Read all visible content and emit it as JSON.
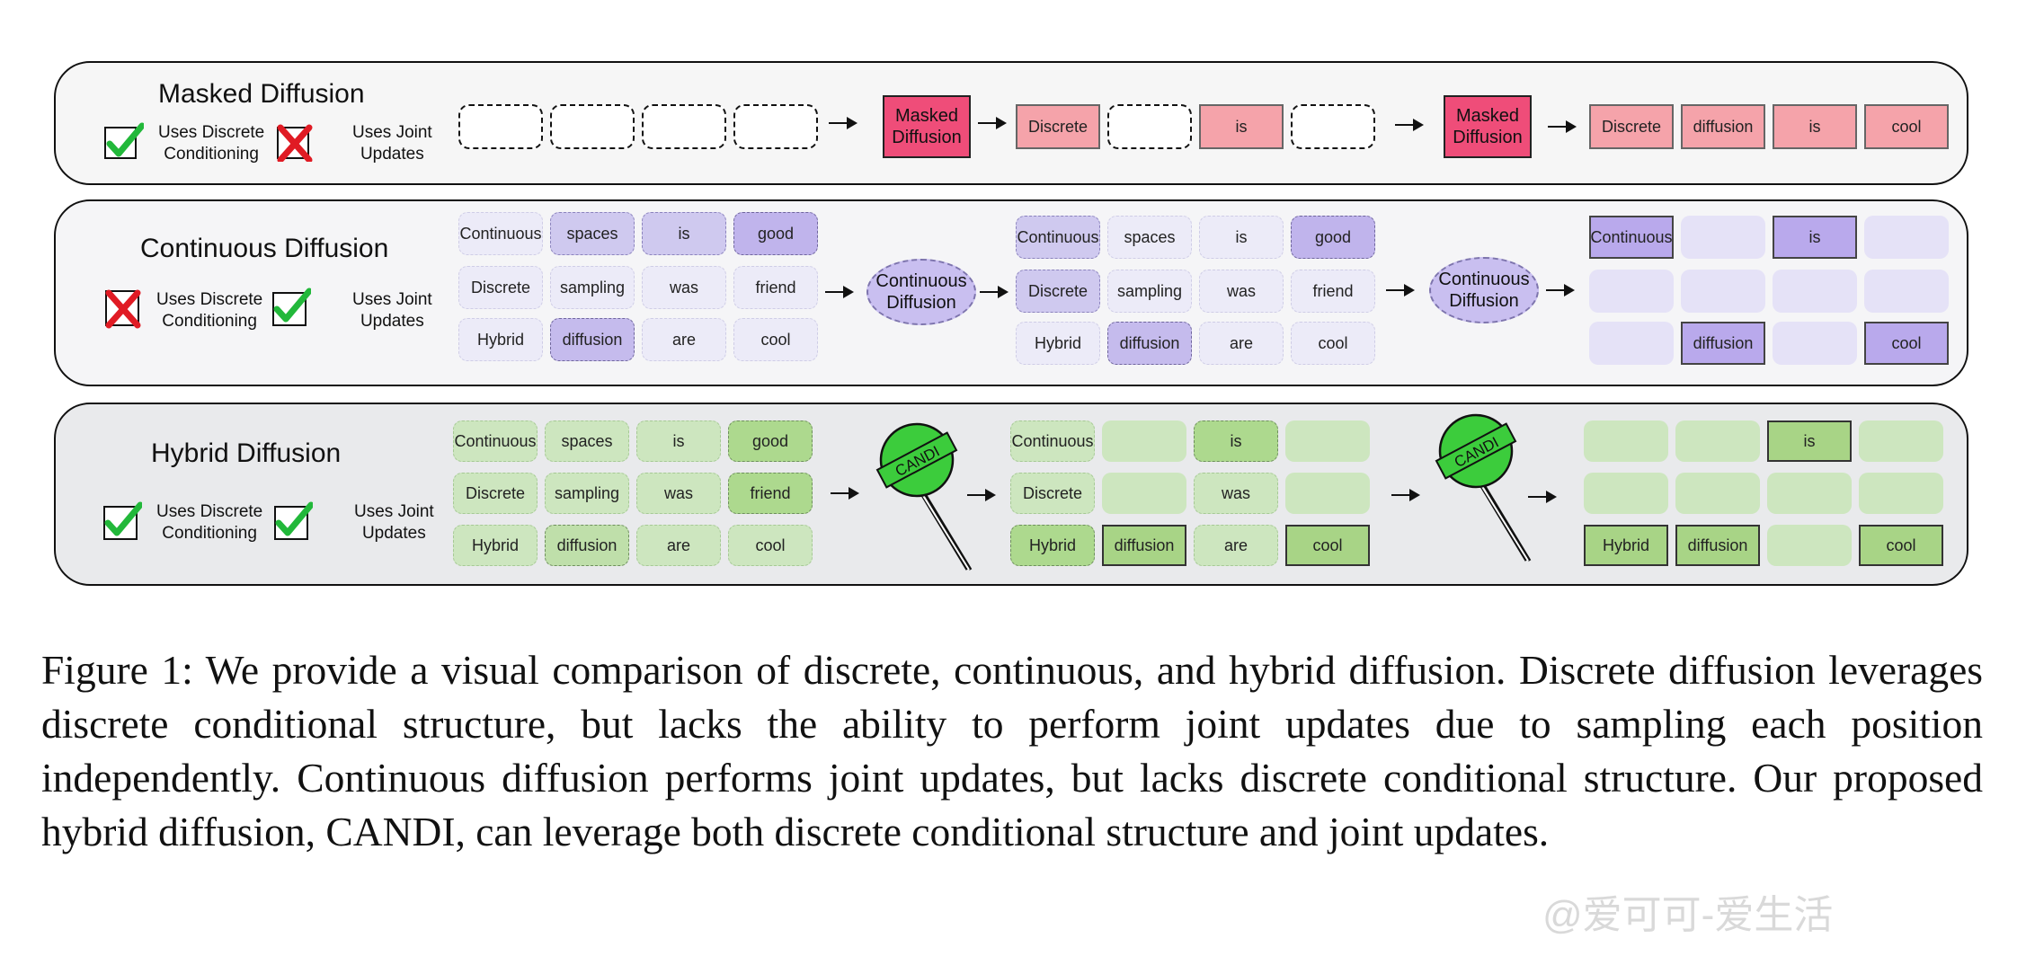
{
  "panels": {
    "masked": {
      "title": "Masked Diffusion",
      "feature1": "Uses Discrete\nConditioning",
      "feature2": "Uses Joint\nUpdates",
      "model_label": "Masked\nDiffusion",
      "step1": [
        "Discrete",
        "",
        "is",
        ""
      ],
      "step2": [
        "Discrete",
        "diffusion",
        "is",
        "cool"
      ]
    },
    "continuous": {
      "title": "Continuous Diffusion",
      "feature1": "Uses Discrete\nConditioning",
      "feature2": "Uses Joint\nUpdates",
      "model_label": "Continuous\nDiffusion",
      "grid": [
        [
          "Continuous",
          "spaces",
          "is",
          "good"
        ],
        [
          "Discrete",
          "sampling",
          "was",
          "friend"
        ],
        [
          "Hybrid",
          "diffusion",
          "are",
          "cool"
        ]
      ],
      "output": [
        [
          "Continuous",
          "",
          "is",
          ""
        ],
        [
          "",
          "",
          "",
          ""
        ],
        [
          "",
          "diffusion",
          "",
          "cool"
        ]
      ]
    },
    "hybrid": {
      "title": "Hybrid Diffusion",
      "feature1": "Uses Discrete\nConditioning",
      "feature2": "Uses Joint\nUpdates",
      "model_label": "CANDI",
      "grid": [
        [
          "Continuous",
          "spaces",
          "is",
          "good"
        ],
        [
          "Discrete",
          "sampling",
          "was",
          "friend"
        ],
        [
          "Hybrid",
          "diffusion",
          "are",
          "cool"
        ]
      ],
      "step1": [
        [
          "Continuous",
          "",
          "is",
          ""
        ],
        [
          "Discrete",
          "",
          "was",
          ""
        ],
        [
          "Hybrid",
          "diffusion",
          "are",
          "cool"
        ]
      ],
      "output": [
        [
          "",
          "",
          "is",
          ""
        ],
        [
          "",
          "",
          "",
          ""
        ],
        [
          "Hybrid",
          "diffusion",
          "",
          "cool"
        ]
      ]
    }
  },
  "caption": "Figure 1: We provide a visual comparison of discrete, continuous, and hybrid diffusion. Discrete diffusion leverages discrete conditional structure, but lacks the ability to perform joint updates due to sampling each position independently. Continuous diffusion performs joint updates, but lacks discrete conditional structure. Our proposed hybrid diffusion, CANDI, can leverage both discrete conditional structure and joint updates.",
  "watermark": "@爱可可-爱生活",
  "colors": {
    "check": "#22b83a",
    "cross": "#e01b24",
    "masked_model": "#ef4d79",
    "masked_token": "#f5a3aa",
    "continuous": "#b9a9ec",
    "hybrid": "#a8d486"
  }
}
